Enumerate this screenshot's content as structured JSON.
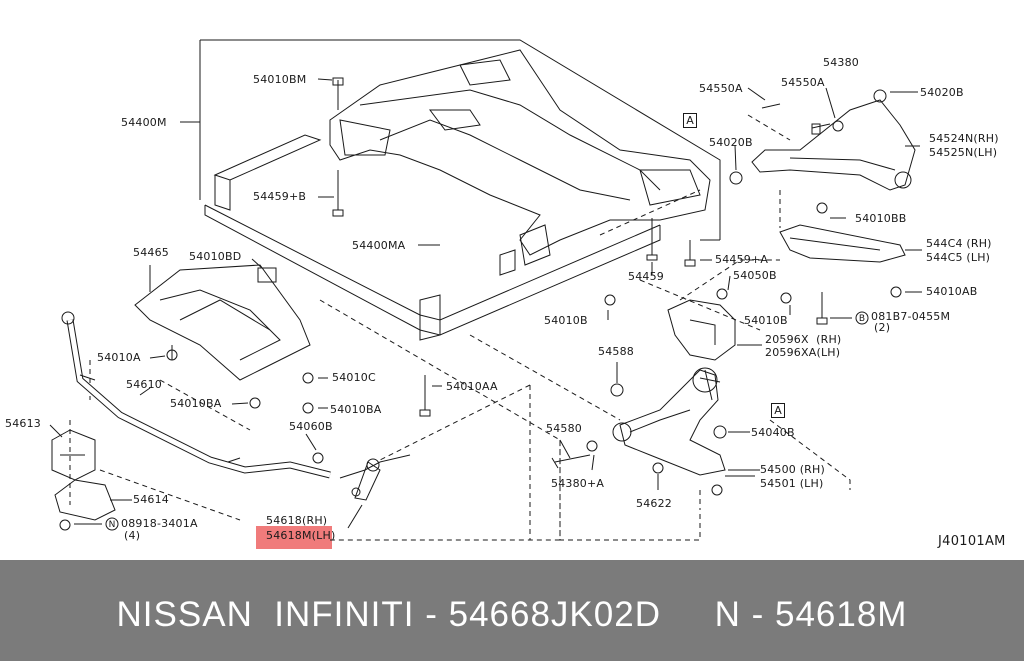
{
  "diagram": {
    "id": "J40101AM",
    "box_marker": "A",
    "highlight_label": "54618M",
    "labels": {
      "l54010BM": "54010BM",
      "l54400M": "54400M",
      "l54459B": "54459+B",
      "l54400MA": "54400MA",
      "l54465": "54465",
      "l54010BD": "54010BD",
      "l54010A": "54010A",
      "l54610": "54610",
      "l54010BA_1": "54010BA",
      "l54010C": "54010C",
      "l54010BA_2": "54010BA",
      "l54010AA": "54010AA",
      "l54613": "54613",
      "l54060B": "54060B",
      "l54614": "54614",
      "l08918": "08918-3401A",
      "l08918q": "(4)",
      "l54618rh": "54618(RH)",
      "l54618lh": "54618M(LH)",
      "l54550A_1": "54550A",
      "l54550A_2": "54550A",
      "l54380": "54380",
      "l54020B_1": "54020B",
      "l54020B_2": "54020B",
      "l54524N": "54524N(RH)",
      "l54525N": "54525N(LH)",
      "l54010BB_1": "54010BB",
      "l54459A": "54459+A",
      "l54459": "54459",
      "l544C4": "544C4 (RH)",
      "l544C5": "544C5 (LH)",
      "l54050B": "54050B",
      "l54010AB": "54010AB",
      "l54010B_1": "54010B",
      "l54010B_2": "54010B",
      "l081B7": "081B7-0455M",
      "l081B7q": "(2)",
      "l20596X": "20596X  (RH)",
      "l20596XA": "20596XA(LH)",
      "l54588": "54588",
      "l54580": "54580",
      "l54380A": "54380+A",
      "l54040B": "54040B",
      "l54622": "54622",
      "l54500": "54500 (RH)",
      "l54501": "54501 (LH)"
    }
  },
  "footer": {
    "text": "NISSAN  INFINITI - 54668JK02D     N - 54618M"
  }
}
